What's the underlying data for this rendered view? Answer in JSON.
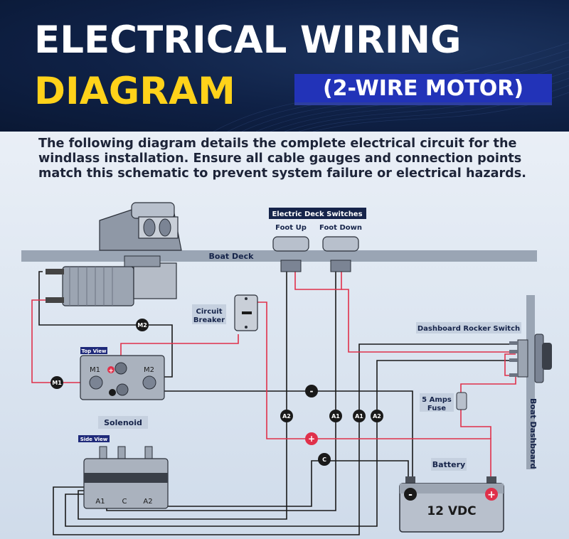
{
  "header": {
    "title_line1": "ELECTRICAL WIRING",
    "title_line2": "DIAGRAM",
    "badge": "(2-WIRE MOTOR)"
  },
  "intro": "The following diagram details the complete electrical circuit for the windlass installation. Ensure all cable gauges and connection points match this schematic to prevent system failure or electrical hazards.",
  "labels": {
    "boat_deck": "Boat Deck",
    "deck_switches": "Electric Deck Switches",
    "foot_up": "Foot Up",
    "foot_down": "Foot Down",
    "circuit_breaker_1": "Circuit",
    "circuit_breaker_2": "Breaker",
    "dashboard_switch": "Dashboard Rocker Switch",
    "boat_dashboard": "Boat Dashboard",
    "fuse_1": "5 Amps",
    "fuse_2": "Fuse",
    "top_view": "Top View",
    "side_view": "Side View",
    "solenoid": "Solenoid",
    "battery": "Battery",
    "battery_voltage": "12 VDC",
    "m1": "M1",
    "m2": "M2",
    "a1": "A1",
    "a2": "A2",
    "c": "C",
    "plus": "+",
    "minus": "-"
  },
  "colors": {
    "header_bg": "#0f2146",
    "title_yellow": "#ffd21a",
    "badge_blue": "#2233b8",
    "wire_red": "#e0304a",
    "wire_black": "#1a1a1a",
    "label_navy": "#16244a"
  }
}
